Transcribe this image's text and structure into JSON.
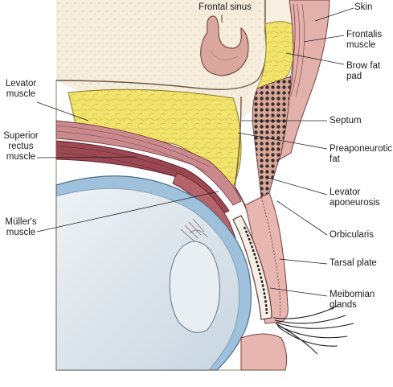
{
  "labels": {
    "frontal_sinus": "Frontal sinus",
    "skin": "Skin",
    "frontalis_muscle": "Frontalis\nmuscle",
    "brow_fat_pad": "Brow fat\npad",
    "septum": "Septum",
    "preaponeurotic_fat": "Preaponeurotic\nfat",
    "levator_aponeurosis": "Levator\naponeurosis",
    "orbicularis": "Orbicularis",
    "tarsal_plate": "Tarsal plate",
    "meibomian_glands": "Meibomian\nglands",
    "levator_muscle": "Levator\nmuscle",
    "superior_rectus_muscle": "Superior\nrectus\nmuscle",
    "mullers_muscle": "Müller's\nmuscle"
  },
  "colors": {
    "bone": "#f3e9d6",
    "fat": "#f2e36a",
    "muscle": "#b5646c",
    "muscle_dark": "#8e3e49",
    "skin": "#e8b6b0",
    "sclera": "#9fc1dc",
    "globe": "#dfe7ee",
    "sinus": "#d9a79d"
  }
}
